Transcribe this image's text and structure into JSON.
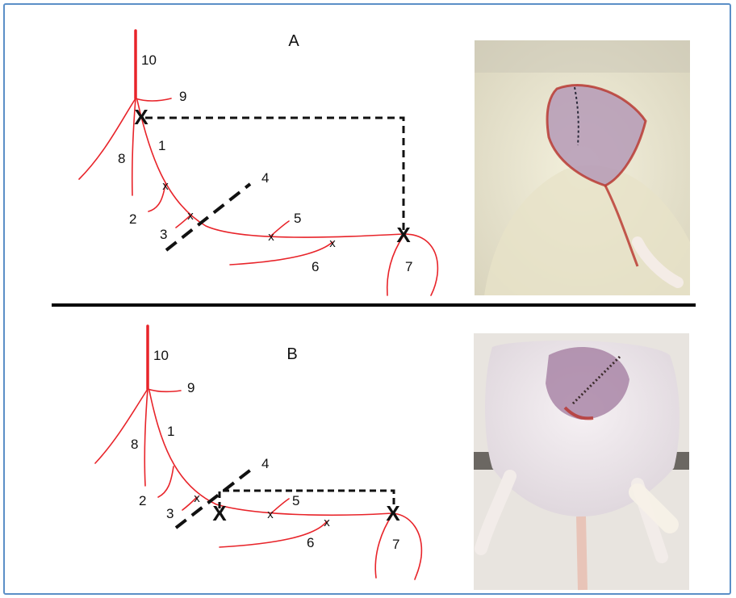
{
  "panels": [
    {
      "title": "A",
      "labels": [
        "10",
        "9",
        "1",
        "8",
        "4",
        "2",
        "3",
        "5",
        "6",
        "7"
      ],
      "photo": "rat-dorsum-photo-sutured-wound"
    },
    {
      "title": "B",
      "labels": [
        "10",
        "9",
        "1",
        "8",
        "4",
        "2",
        "3",
        "5",
        "6",
        "7"
      ],
      "photo": "rat-dorsum-photo-sutured-wound-with-hindlimb-splint"
    }
  ],
  "marks": {
    "small": "x",
    "large": "X"
  },
  "colors": {
    "vessel": "#e8242a",
    "frame_border": "#5b8fc7",
    "dashed_line": "#111111",
    "divider": "#000000"
  }
}
